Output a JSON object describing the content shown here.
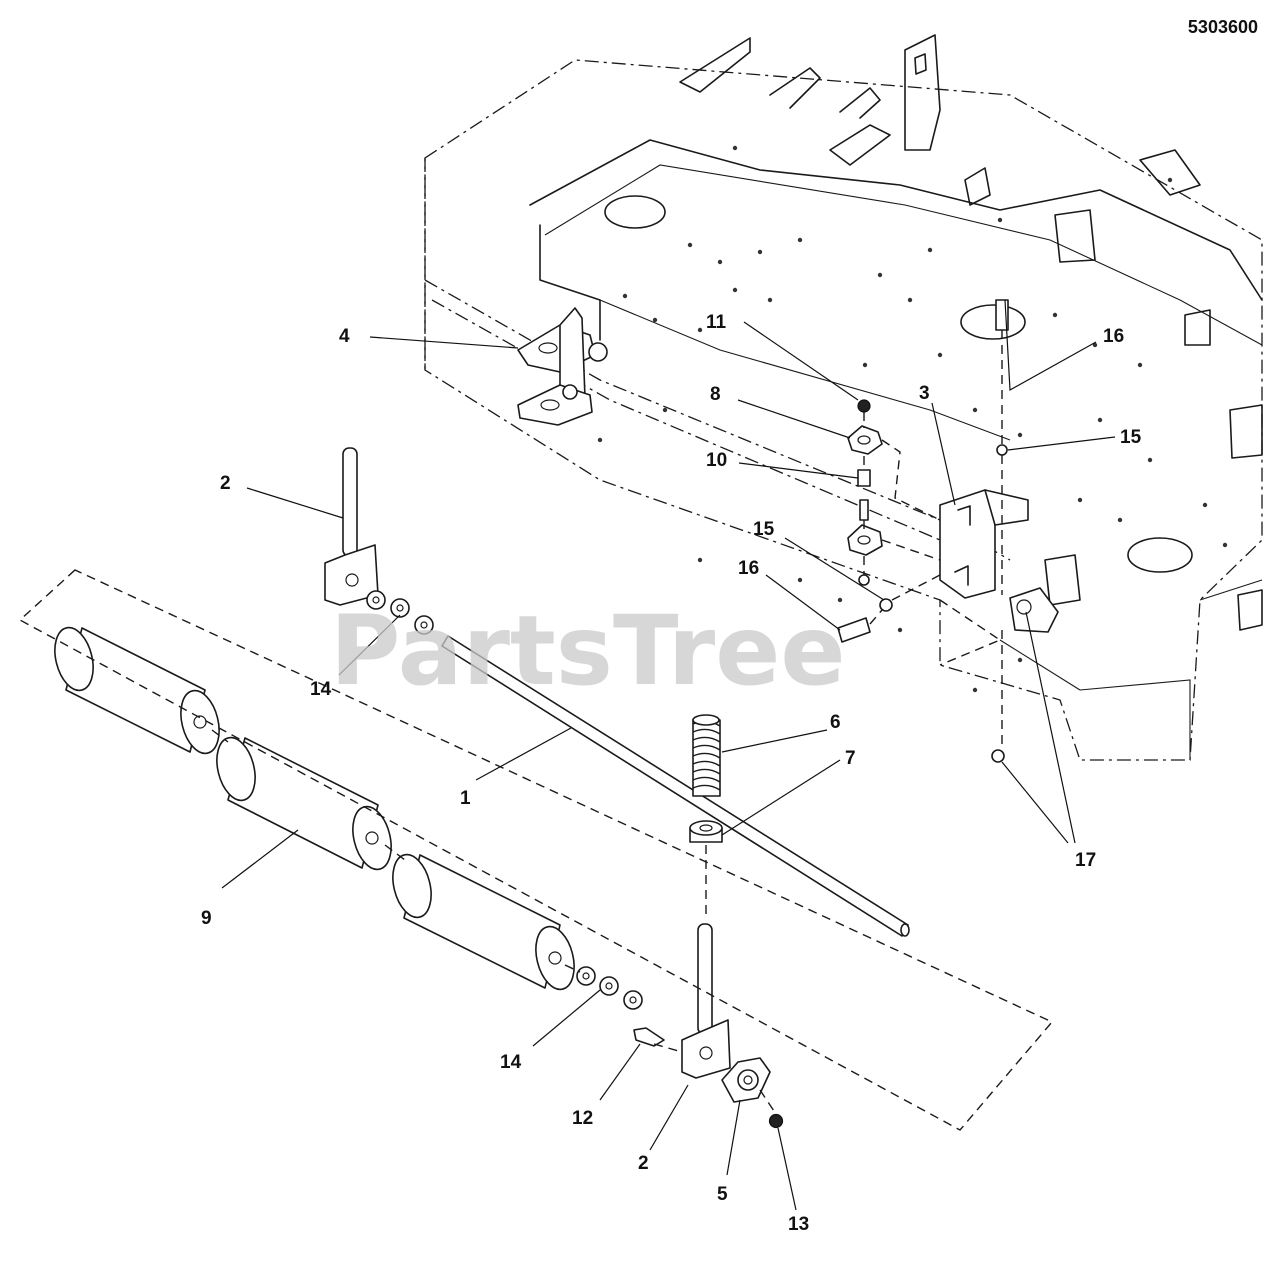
{
  "diagram_number": "5303600",
  "watermark": "PartsTree",
  "callouts": {
    "c1": "1",
    "c2a": "2",
    "c2b": "2",
    "c3": "3",
    "c4": "4",
    "c5": "5",
    "c6": "6",
    "c7": "7",
    "c8": "8",
    "c9": "9",
    "c10": "10",
    "c11": "11",
    "c12": "12",
    "c13": "13",
    "c14a": "14",
    "c14b": "14",
    "c15a": "15",
    "c15b": "15",
    "c16a": "16",
    "c16b": "16",
    "c17": "17"
  }
}
